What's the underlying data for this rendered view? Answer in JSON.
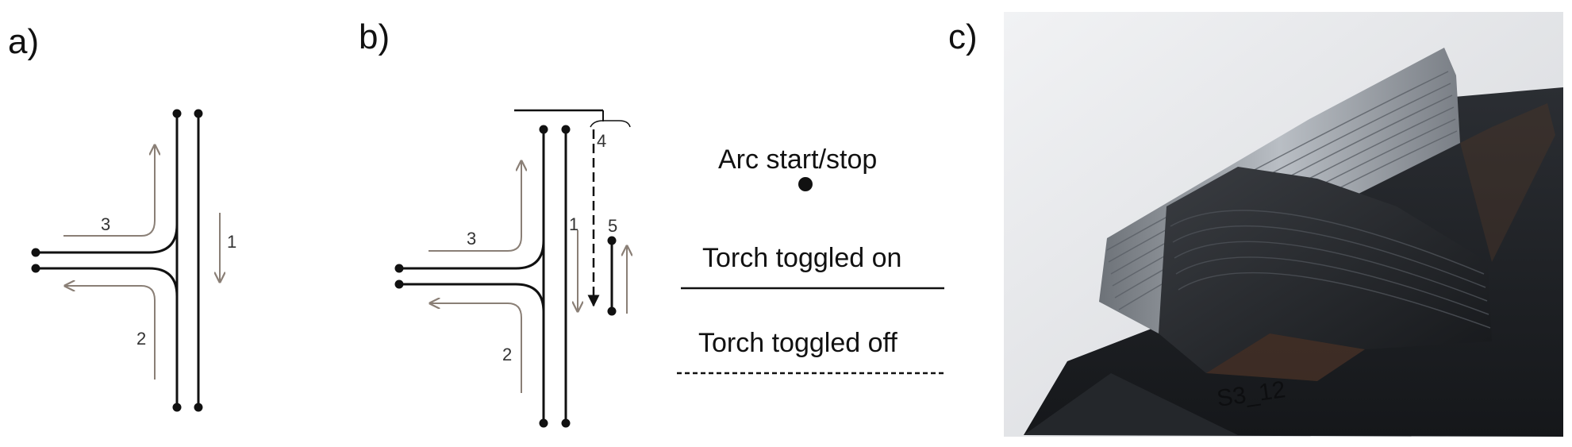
{
  "panels": {
    "a": {
      "label": "a)",
      "path_numbers": [
        "1",
        "2",
        "3"
      ]
    },
    "b": {
      "label": "b)",
      "path_numbers": [
        "1",
        "2",
        "3",
        "4",
        "5"
      ]
    },
    "c": {
      "label": "c)",
      "sample_marking": "S3_12"
    }
  },
  "legend": {
    "arc_start_stop": "Arc start/stop",
    "torch_on": "Torch toggled on",
    "torch_off": "Torch toggled off"
  },
  "colors": {
    "ink": "#111111",
    "arrow": "#8a7f76",
    "metal_dark": "#1c1e22",
    "metal_light": "#b9bec4"
  }
}
